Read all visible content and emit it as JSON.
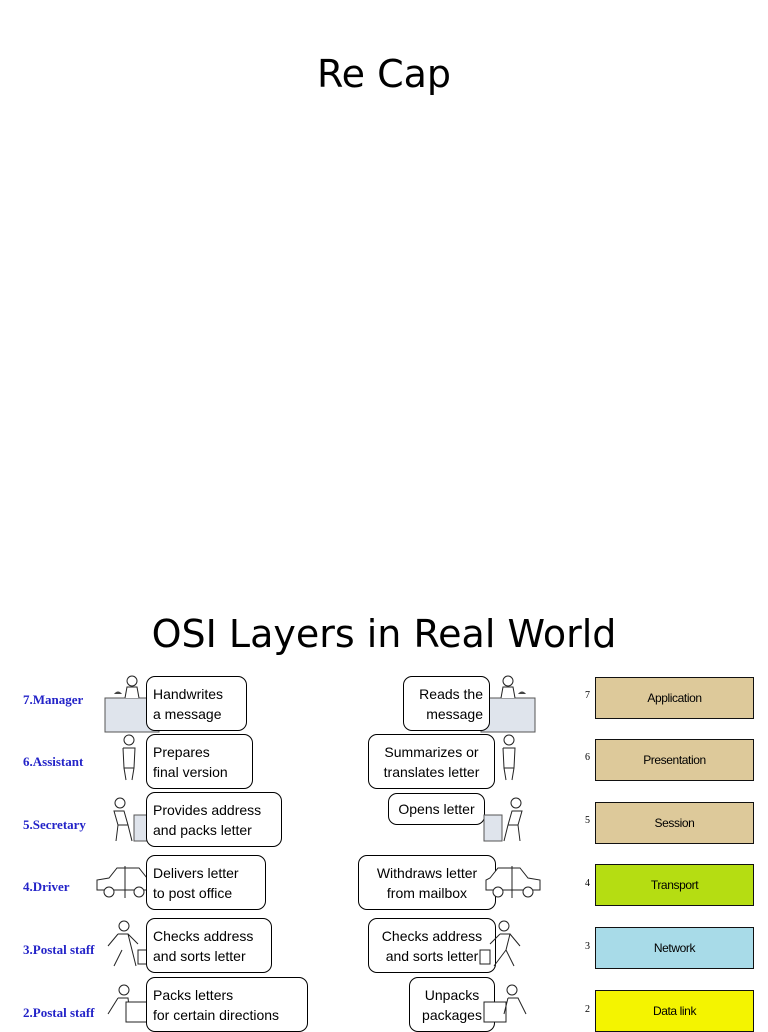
{
  "slide1": {
    "title": "Re Cap"
  },
  "slide2": {
    "title": "OSI Layers in Real World",
    "rows": [
      {
        "role": "7.Manager",
        "sender": [
          "Handwrites",
          "a message"
        ],
        "receiver": [
          "Reads the",
          "message"
        ],
        "layer_num": "7",
        "layer": "Application",
        "color": "#ddc99a"
      },
      {
        "role": "6.Assistant",
        "sender": [
          "Prepares",
          "final version"
        ],
        "receiver": [
          "Summarizes or",
          "translates letter"
        ],
        "layer_num": "6",
        "layer": "Presentation",
        "color": "#ddc99a"
      },
      {
        "role": "5.Secretary",
        "sender": [
          "Provides address",
          "and packs letter"
        ],
        "receiver": [
          "Opens letter"
        ],
        "layer_num": "5",
        "layer": "Session",
        "color": "#ddc99a"
      },
      {
        "role": "4.Driver",
        "sender": [
          "Delivers letter",
          "to post office"
        ],
        "receiver": [
          "Withdraws letter",
          "from mailbox"
        ],
        "layer_num": "4",
        "layer": "Transport",
        "color": "#b5dd12"
      },
      {
        "role": "3.Postal staff",
        "sender": [
          "Checks address",
          "and sorts letter"
        ],
        "receiver": [
          "Checks address",
          "and sorts letter"
        ],
        "layer_num": "3",
        "layer": "Network",
        "color": "#a8dbe8"
      },
      {
        "role": "2.Postal staff",
        "sender": [
          "Packs letters",
          "for certain directions"
        ],
        "receiver": [
          "Unpacks",
          "packages"
        ],
        "layer_num": "2",
        "layer": "Data link",
        "color": "#f4f400"
      }
    ],
    "icons": [
      "manager-desk-icon",
      "assistant-person-icon",
      "secretary-desk-icon",
      "car-icon",
      "postal-worker-icon",
      "box-carrier-icon"
    ]
  }
}
